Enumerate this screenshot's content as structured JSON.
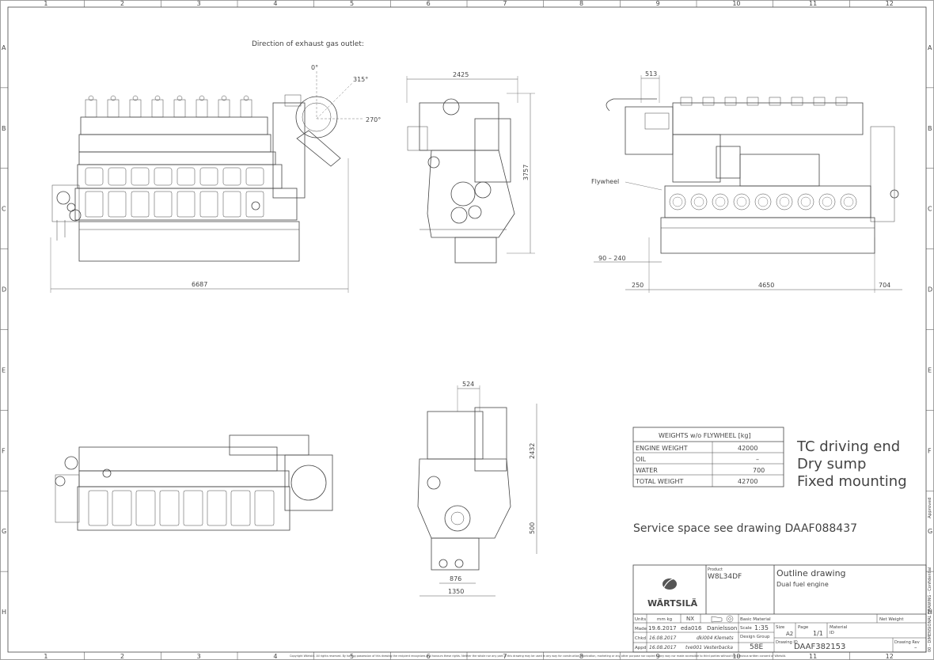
{
  "grid": {
    "columns": [
      "1",
      "2",
      "3",
      "4",
      "5",
      "6",
      "7",
      "8",
      "9",
      "10",
      "11",
      "12"
    ],
    "rows": [
      "A",
      "B",
      "C",
      "D",
      "E",
      "F",
      "G",
      "H"
    ]
  },
  "labels": {
    "exhaust_title": "Direction of exhaust gas outlet:",
    "angle_0": "0°",
    "angle_315": "315°",
    "angle_270": "270°",
    "flywheel": "Flywheel",
    "service_space": "Service space see drawing DAAF088437",
    "approved": "Approved"
  },
  "dimensions": {
    "side_length": "6687",
    "end_width": "2425",
    "end_height": "3757",
    "rear_513": "513",
    "rear_90_240": "90 – 240",
    "rear_250": "250",
    "rear_4650": "4650",
    "rear_704": "704",
    "bot_524": "524",
    "bot_2432": "2432",
    "bot_500": "500",
    "bot_876": "876",
    "bot_1350": "1350"
  },
  "weights": {
    "title": "WEIGHTS w/o FLYWHEEL [kg]",
    "rows": [
      {
        "label": "ENGINE WEIGHT",
        "value": "42000"
      },
      {
        "label": "OIL",
        "value": "–"
      },
      {
        "label": "WATER",
        "value": "700"
      },
      {
        "label": "TOTAL WEIGHT",
        "value": "42700"
      }
    ]
  },
  "notes": [
    "TC driving end",
    "Dry sump",
    "Fixed mounting"
  ],
  "title_block": {
    "brand": "WÄRTSILÄ",
    "product_label": "Product",
    "product": "W8L34DF",
    "drawing_title": "Outline drawing",
    "drawing_subtitle": "Dual fuel engine",
    "units_label": "Units",
    "units": "mm kg",
    "nx": "NX",
    "basic_material_label": "Basic Material",
    "net_weight_label": "Net Weight",
    "made_label": "Made",
    "made_date": "19.6.2017",
    "made_id": "eda016",
    "made_name": "Danielsson",
    "scale_label": "Scale",
    "scale": "1:35",
    "size_label": "Size",
    "size": "A2",
    "page_label": "Page",
    "page": "1/1",
    "material_label": "Material",
    "material_id_label": "ID",
    "chkd_label": "Chkd",
    "chkd_date": "16.08.2017",
    "chkd_name": "dki004 Klemets",
    "design_group_label": "Design Group",
    "design_group": "58E",
    "appd_label": "Appd",
    "appd_date": "16.08.2017",
    "appd_name": "tve001 Vesterbacka",
    "drawing_id_label": "Drawing ID",
    "drawing_id": "DAAF382153",
    "drawing_rev_label": "Drawing Rev",
    "drawing_rev": "–",
    "classification": "00 - DIMENSIONAL DRAWING - Confidential"
  },
  "copyright": "Copyright Wärtsilä. All rights reserved. By having possession of this drawing the recipient recognizes and honours these rights. Neither the whole nor any part of this drawing may be used in any way for construction, fabrication, marketing or any other purpose nor copied in any way nor made accessible to third parties without the previous written consent of Wärtsilä."
}
